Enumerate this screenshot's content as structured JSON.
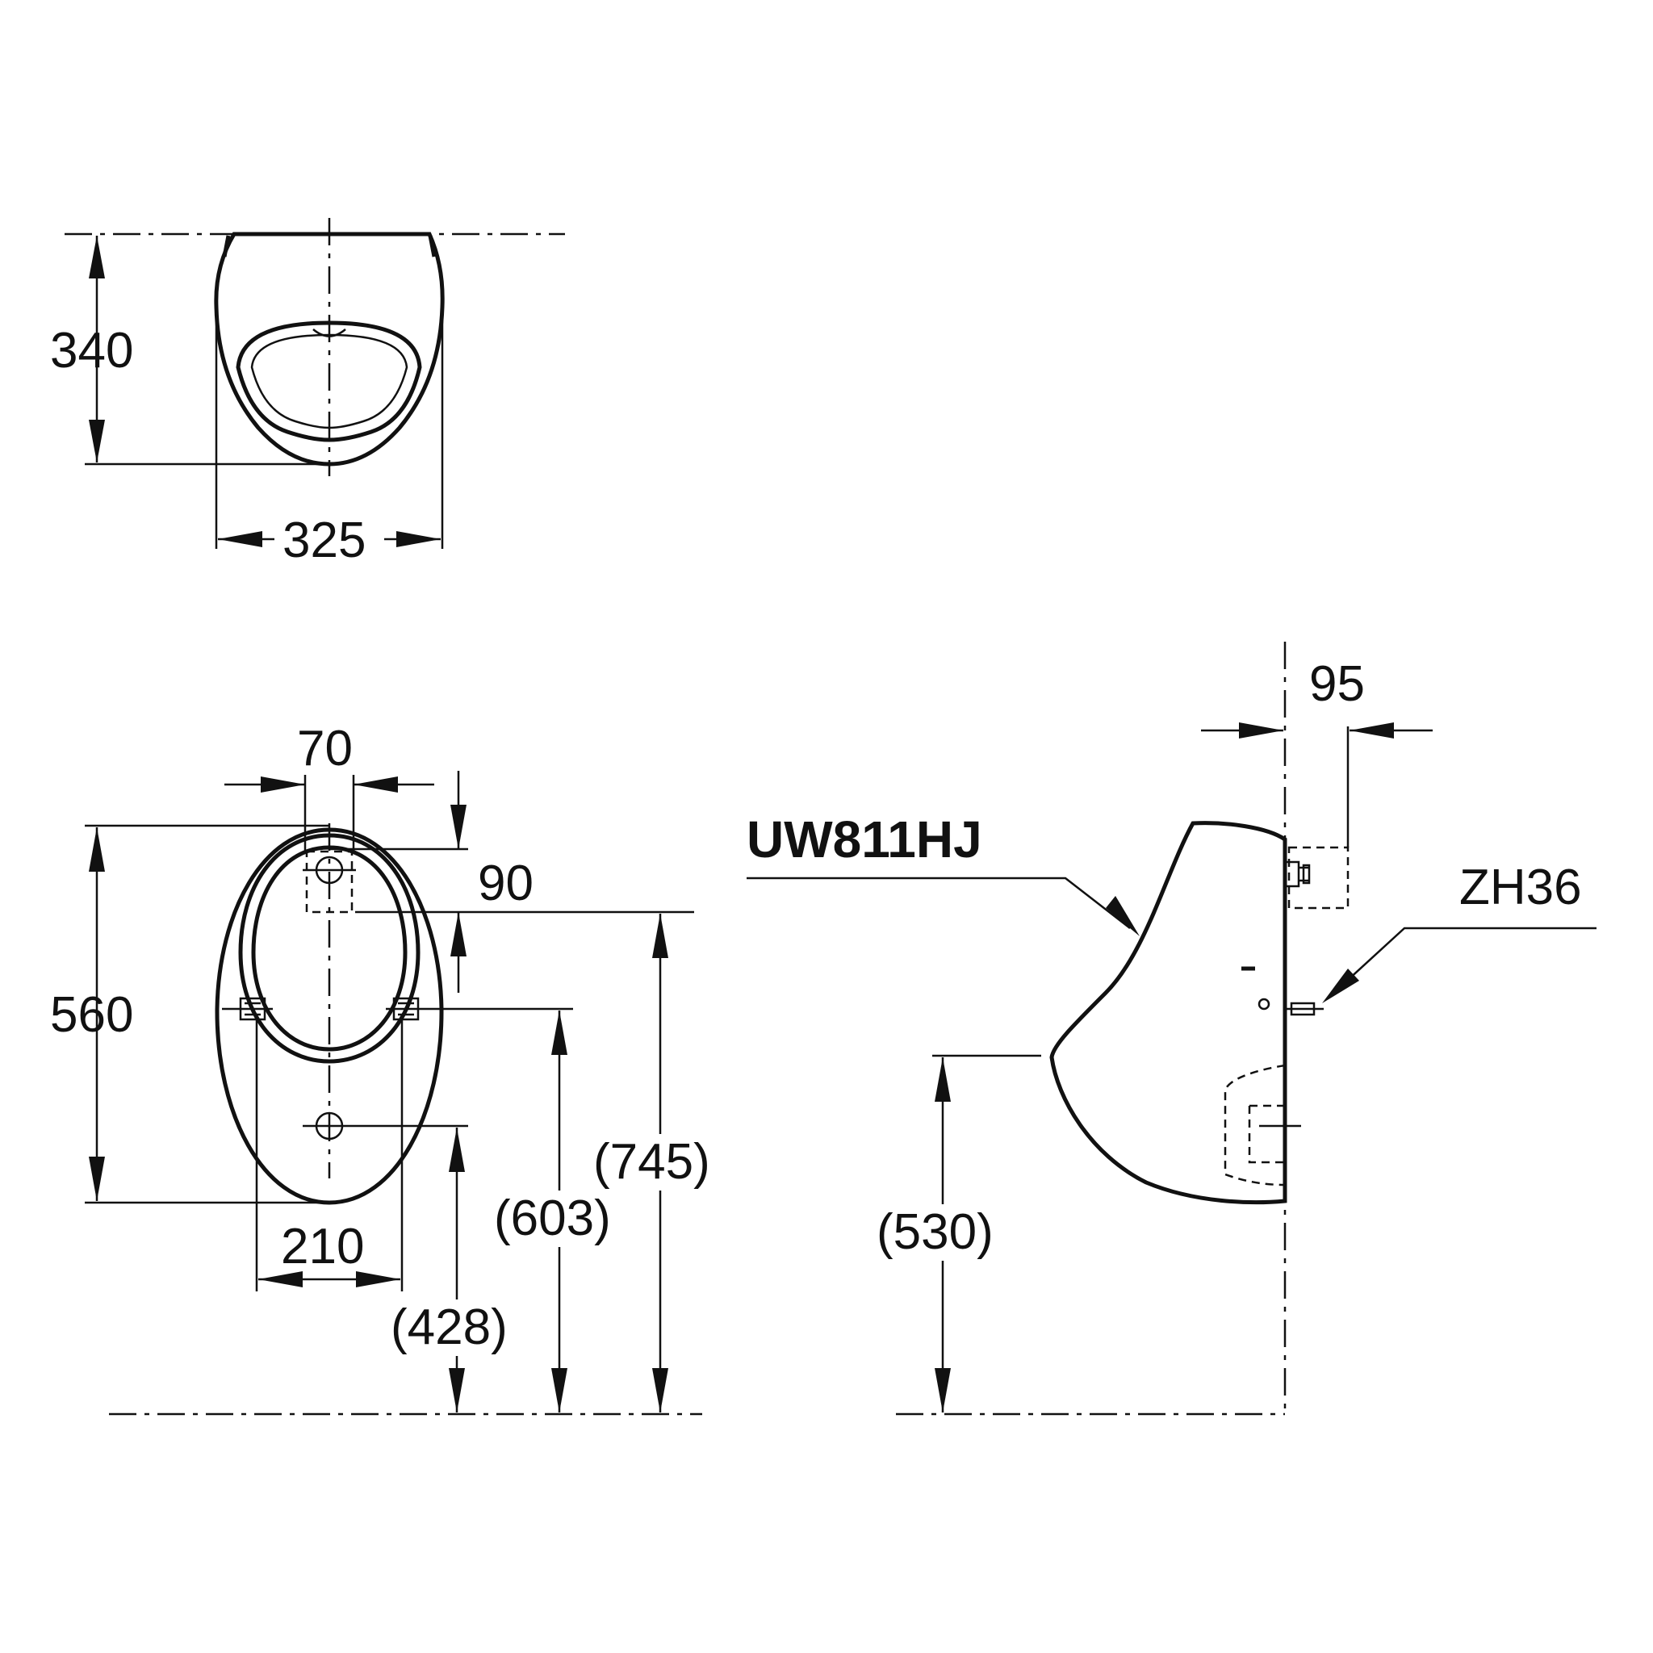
{
  "top_view": {
    "depth_dim": "340",
    "width_dim": "325"
  },
  "front_view": {
    "inlet_width_dim": "70",
    "inlet_offset_dim": "90",
    "height_dim": "560",
    "bracket_spacing_dim": "210",
    "outlet_height_dim": "(428)",
    "bracket_height_dim": "(603)",
    "inlet_height_dim": "(745)"
  },
  "side_view": {
    "projection_dim": "95",
    "rim_height_dim": "(530)",
    "model_label": "UW811HJ",
    "part_label": "ZH36"
  }
}
